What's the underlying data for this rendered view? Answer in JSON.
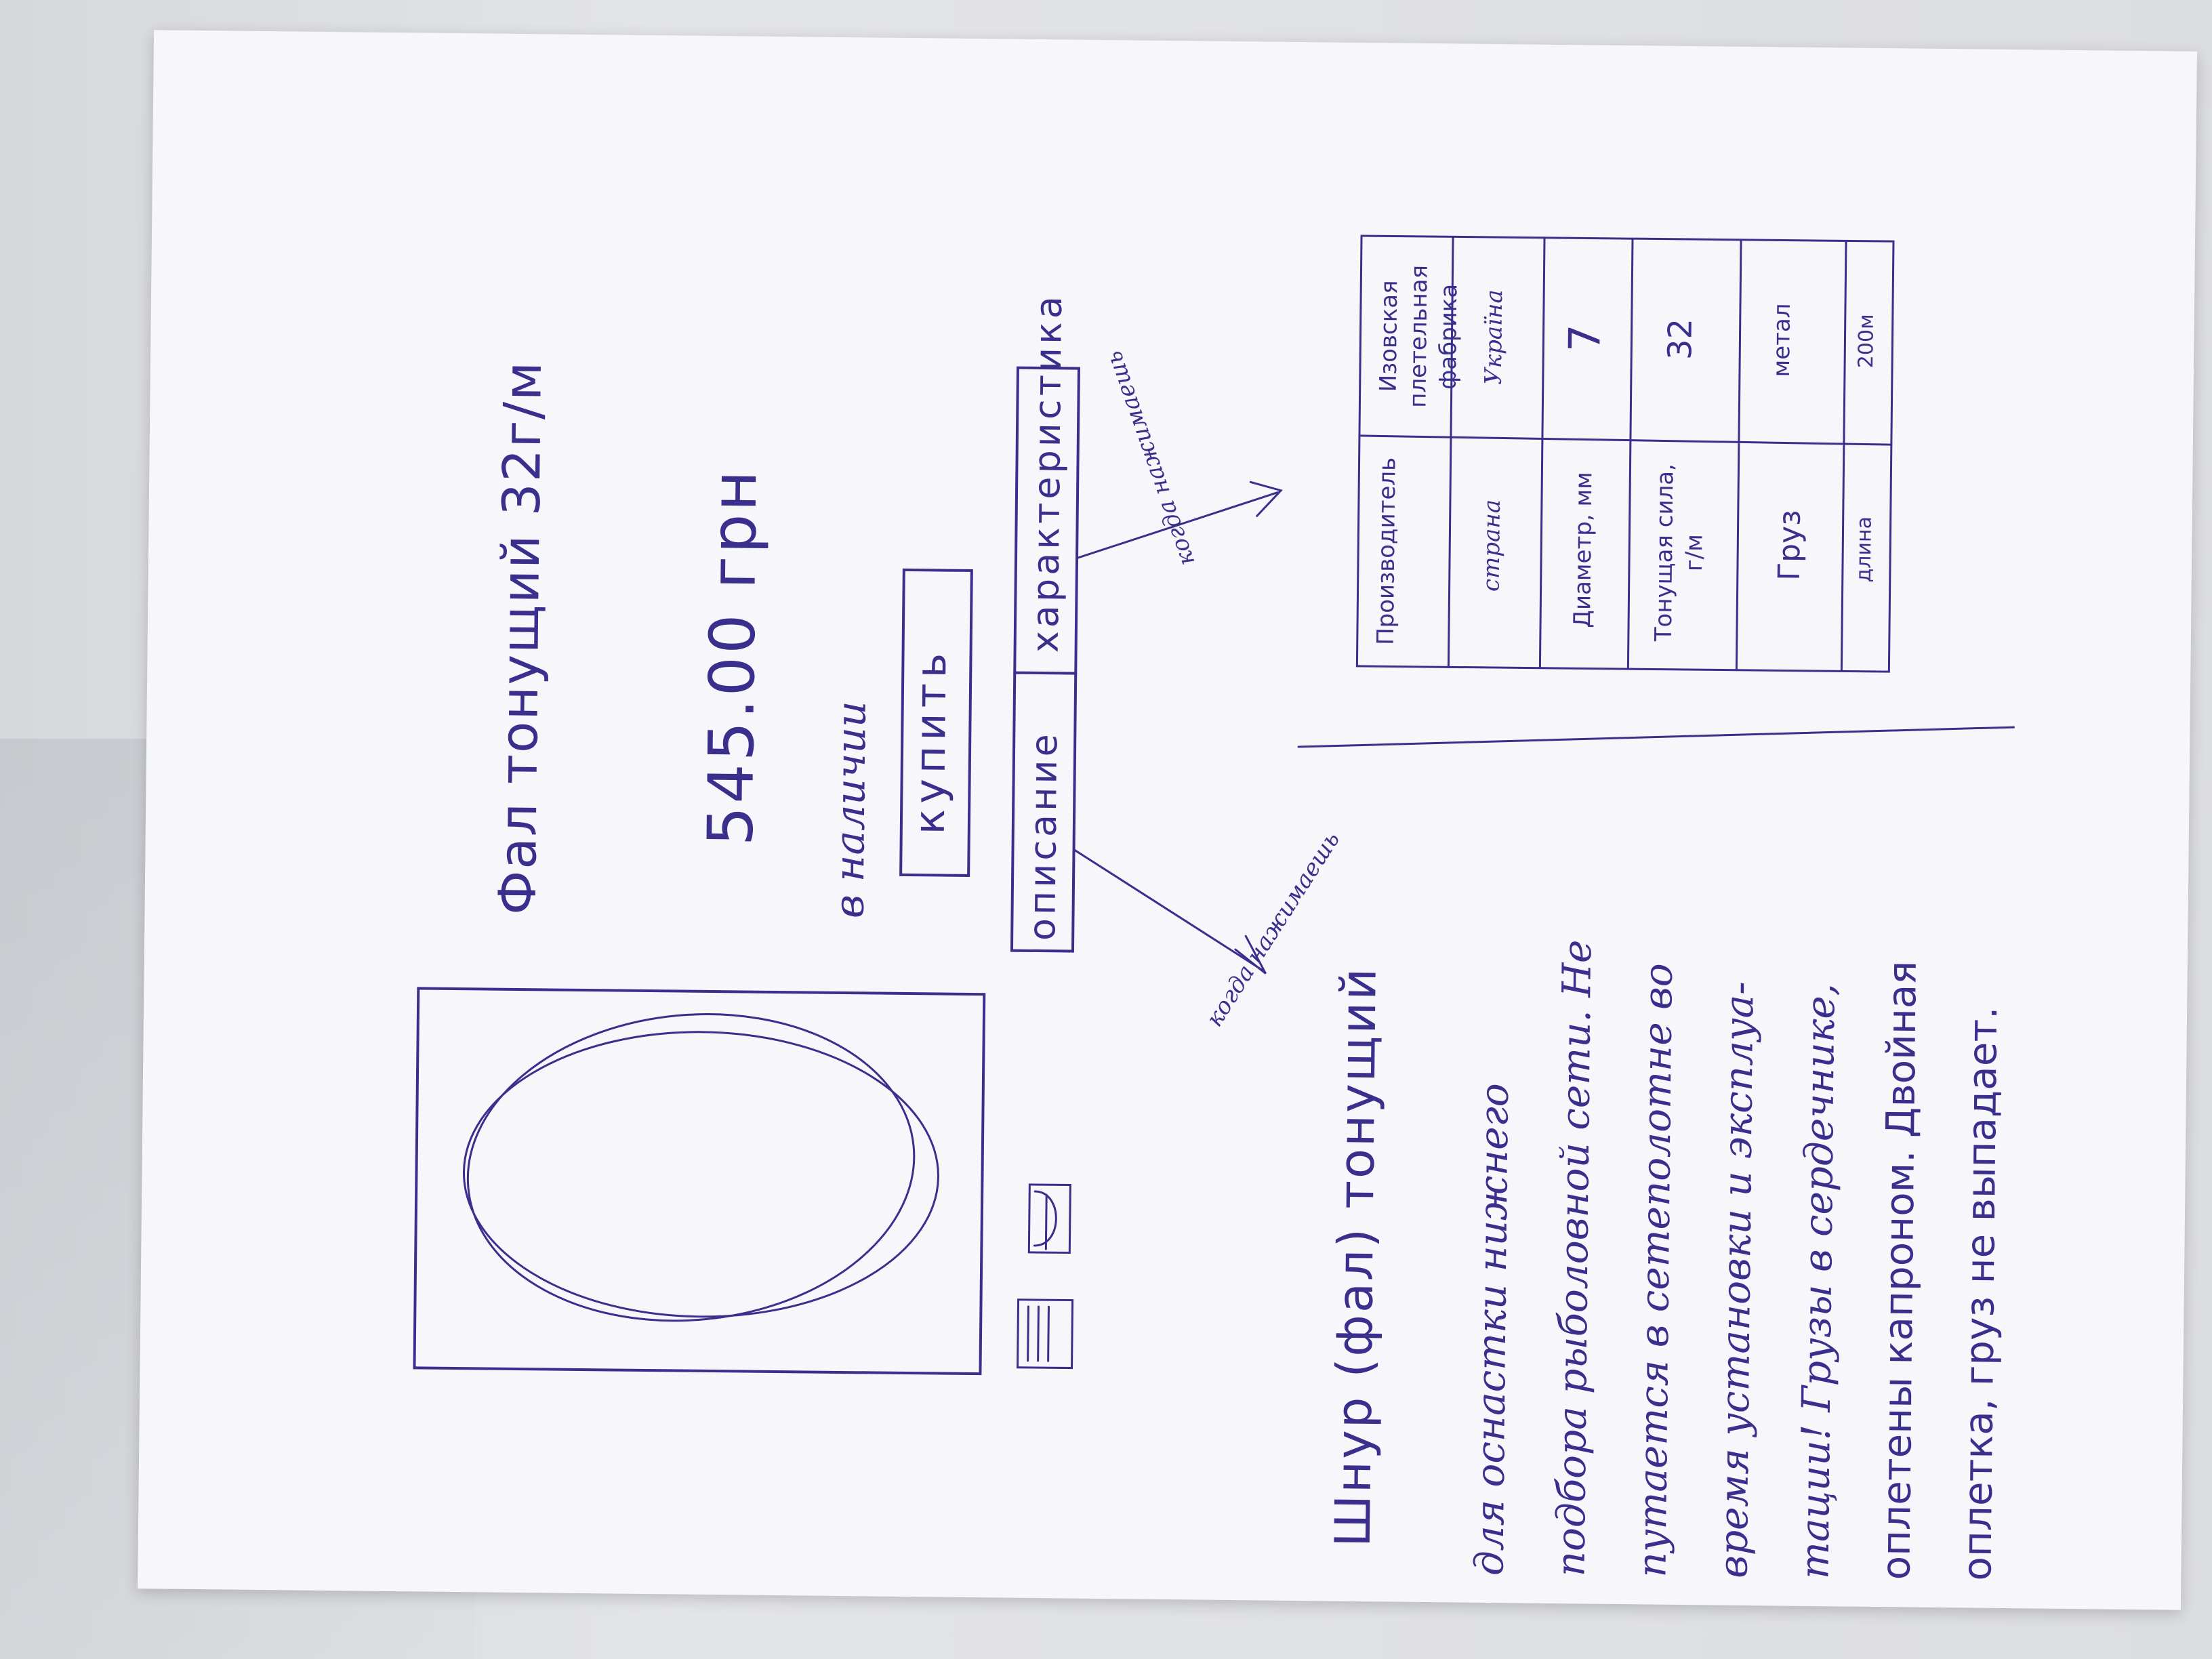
{
  "product": {
    "title": "Фал тонущий 32г/м",
    "price": "545.00 грн",
    "stock": "в наличии",
    "buy_button": "купить"
  },
  "tabs": [
    {
      "label": "описание"
    },
    {
      "label": "характеристика"
    }
  ],
  "annotations": {
    "left_arrow": "когда нажимаешь",
    "right_arrow": "когда нажимаешь"
  },
  "description": {
    "heading": "Шнур (фал) тонущий",
    "lines": [
      "для оснастки нижнего",
      "подбора рыболовной сети. Не",
      "путается в сетеполотне во",
      "время установки и эксплуа-",
      "тации! Грузы в сердечнике,",
      "оплетены капроном. Двойная",
      "оплетка, груз не выпадает."
    ]
  },
  "specs": {
    "rows": [
      {
        "label": "Производитель",
        "value": "Изовская плетельная фабрика"
      },
      {
        "label": "страна",
        "value": "Україна"
      },
      {
        "label": "Диаметр, мм",
        "value": "7"
      },
      {
        "label": "Тонущая сила, г/м",
        "value": "32"
      },
      {
        "label": "Груз",
        "value": "метал"
      },
      {
        "label": "длина",
        "value": "200м"
      }
    ]
  },
  "colors": {
    "ink": "#3a2f8c",
    "paper": "#f7f7fb",
    "background": "#dcdde1"
  },
  "icons": [
    "product-image-placeholder",
    "thumbnail-1",
    "thumbnail-2",
    "arrow-left",
    "arrow-right"
  ]
}
